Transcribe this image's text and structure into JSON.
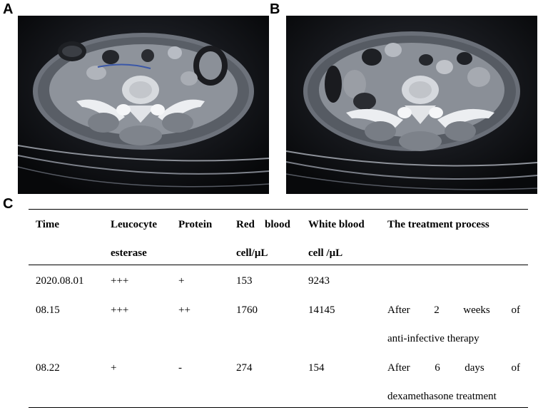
{
  "panels": {
    "a": "A",
    "b": "B",
    "c": "C"
  },
  "table": {
    "headers": {
      "time": "Time",
      "leucocyte_1": "Leucocyte",
      "leucocyte_2": "esterase",
      "protein": "Protein",
      "rbc_1a": "Red",
      "rbc_1b": "blood",
      "rbc_2": "cell/μL",
      "wbc_1": "White blood",
      "wbc_2": "cell /μL",
      "treatment": "The treatment process"
    },
    "rows": [
      {
        "time": "2020.08.01",
        "leucocyte": "+++",
        "protein": "+",
        "rbc": "153",
        "wbc": "9243",
        "treat_1a": "",
        "treat_1b": "",
        "treat_1c": "",
        "treat_2": ""
      },
      {
        "time": "08.15",
        "leucocyte": "+++",
        "protein": "++",
        "rbc": "1760",
        "wbc": "14145",
        "treat_1a": "After",
        "treat_1b": "2",
        "treat_1c": "weeks of",
        "treat_2": "anti-infective therapy"
      },
      {
        "time": "08.22",
        "leucocyte": "+",
        "protein": "-",
        "rbc": "274",
        "wbc": "154",
        "treat_1a": "After",
        "treat_1b": "6",
        "treat_1c": "days of",
        "treat_2": "dexamethasone treatment"
      }
    ]
  }
}
